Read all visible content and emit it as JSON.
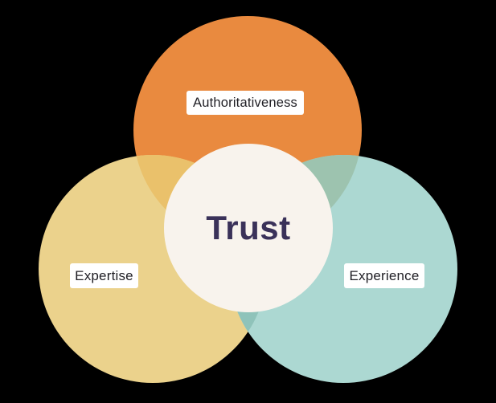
{
  "diagram": {
    "type": "venn-3",
    "background": "#000000",
    "circles": [
      {
        "id": "authoritativeness",
        "label": "Authoritativeness",
        "color": "#E98A3F"
      },
      {
        "id": "expertise",
        "label": "Expertise",
        "color": "#EBD28C"
      },
      {
        "id": "experience",
        "label": "Experience",
        "color": "#ACD8D2"
      }
    ],
    "overlaps": [
      {
        "between": "Authoritativeness+Expertise",
        "color": "#EAC16B"
      },
      {
        "between": "Authoritativeness+Experience",
        "color": "#9DC3AF"
      },
      {
        "between": "Expertise+Experience",
        "color": "#8FC3BA"
      }
    ],
    "center_circle": {
      "label": "Trust",
      "fill": "#F8F3ED",
      "text_color": "#3A3159"
    },
    "label_box": {
      "bg": "#FFFFFF",
      "text_color": "#1F1E24"
    }
  }
}
